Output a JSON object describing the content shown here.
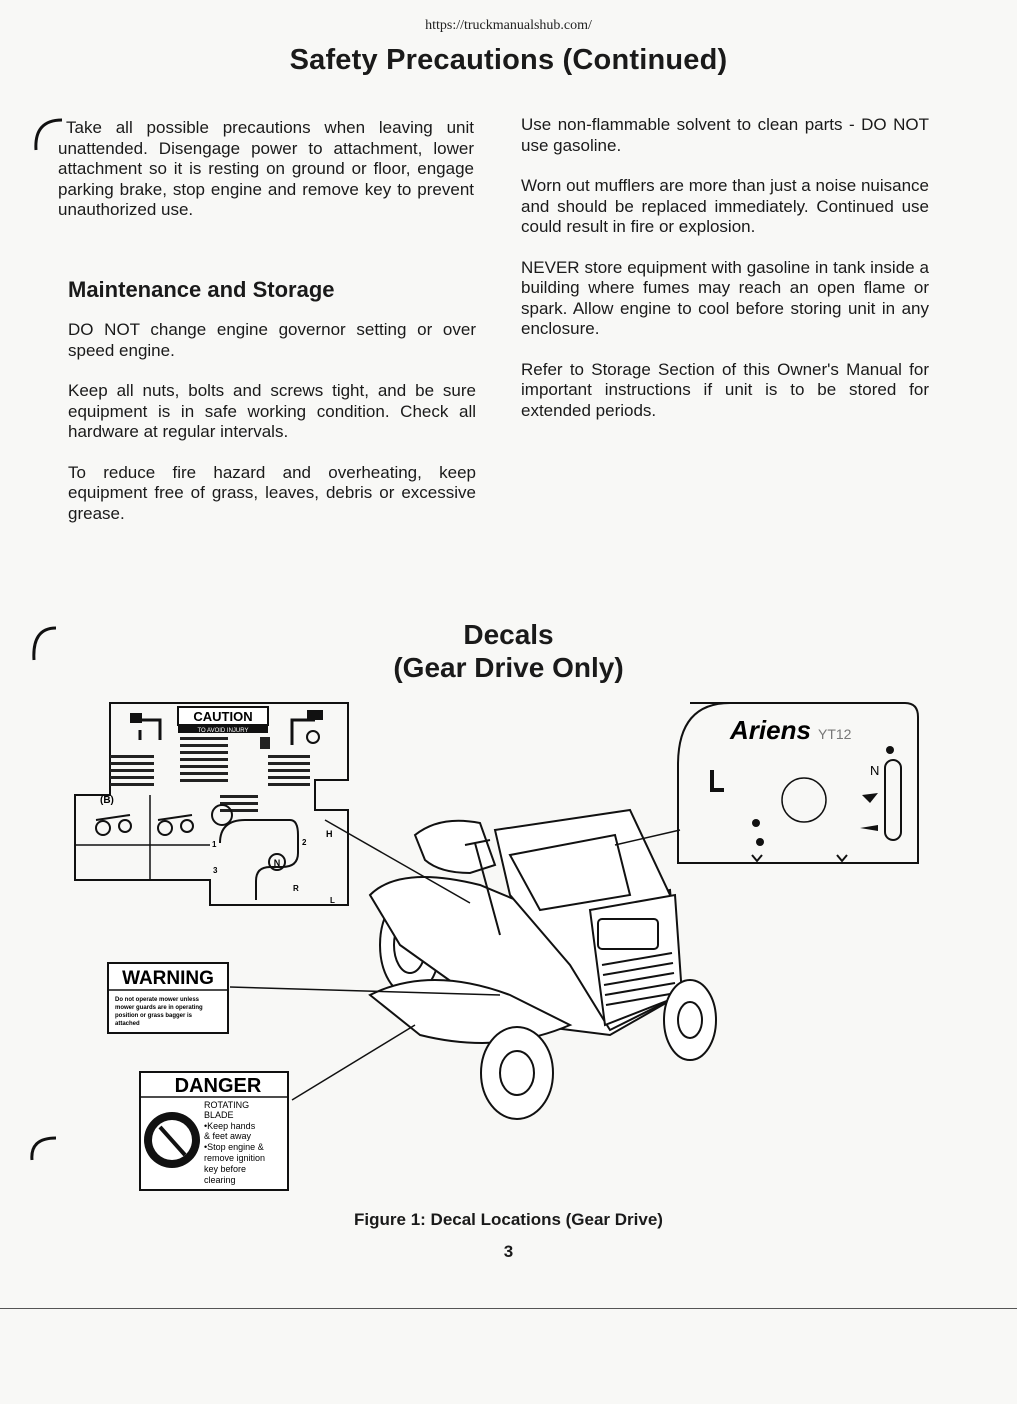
{
  "header_url": "https://truckmanualshub.com/",
  "title": "Safety Precautions (Continued)",
  "left_column": {
    "intro": "Take all possible precautions when leaving unit unattended. Disengage power to attachment, lower attachment so it is resting on ground or floor, engage parking brake, stop engine and remove key to prevent unauthorized use.",
    "heading": "Maintenance and Storage",
    "p1": "DO NOT change engine governor setting or over speed engine.",
    "p2": "Keep all nuts, bolts and screws tight, and be sure equipment is in safe working condition. Check all hardware at regular intervals.",
    "p3": "To reduce fire hazard and overheating, keep equipment free of grass, leaves, debris or excessive grease."
  },
  "right_column": {
    "p1": "Use non-flammable solvent to clean parts - DO NOT use gasoline.",
    "p2": "Worn out mufflers are more than just a noise nuisance and should be replaced immediately. Continued use could result in fire or explosion.",
    "p3": "NEVER store equipment with gasoline in tank inside a building where fumes may reach an open flame or spark. Allow engine to cool before storing unit in any enclosure.",
    "p4": "Refer to Storage Section of this Owner's Manual for important instructions if unit is to be stored for extended periods."
  },
  "decals": {
    "title_line1": "Decals",
    "title_line2": "(Gear Drive Only)",
    "caution_label": "CAUTION",
    "caution_sub": "TO AVOID INJURY",
    "shift_h": "H",
    "shift_1": "1",
    "shift_2": "2",
    "shift_3": "3",
    "shift_n": "N",
    "shift_r": "R",
    "shift_l": "L",
    "warning_label": "WARNING",
    "warning_text": [
      "Do not operate mower unless",
      "mower guards are in operating",
      "position or grass bagger is",
      "attached"
    ],
    "danger_label": "DANGER",
    "danger_text": [
      "ROTATING",
      "BLADE",
      "•Keep hands",
      "& feet away",
      "•Stop engine &",
      "remove ignition",
      "key before",
      "clearing"
    ],
    "ariens_brand": "Ariens",
    "ariens_model": "YT12",
    "panel_n": "N",
    "caption": "Figure 1: Decal Locations (Gear Drive)"
  },
  "page_number": "3",
  "colors": {
    "ink": "#1a1a1a",
    "paper": "#f8f8f6"
  }
}
